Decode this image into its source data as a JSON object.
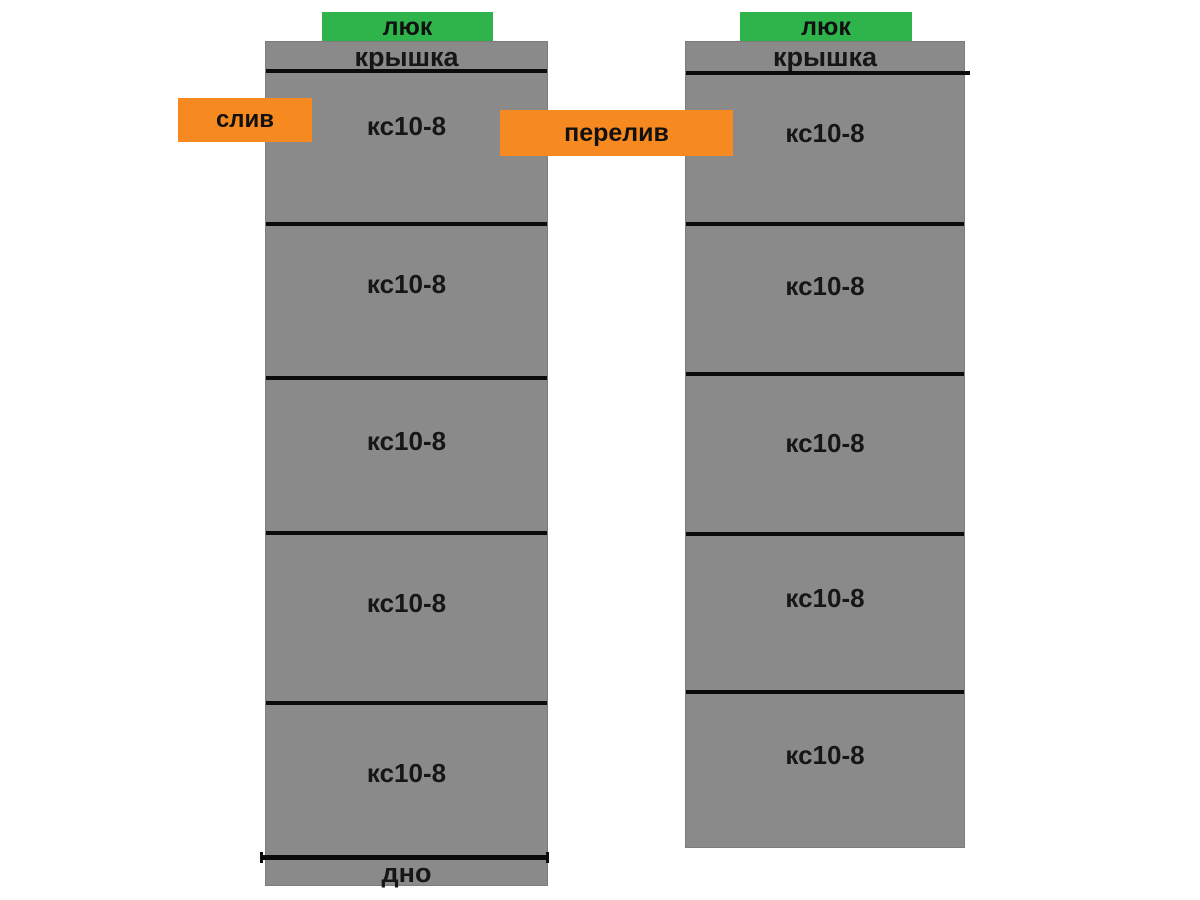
{
  "diagram": {
    "description_labels": {
      "drain": "слив",
      "overflow": "перелив"
    },
    "left_column": {
      "hatch_label": "люк",
      "cover_label": "крышка",
      "sections": [
        "кс10-8",
        "кс10-8",
        "кс10-8",
        "кс10-8",
        "кс10-8"
      ],
      "bottom_label": "дно"
    },
    "right_column": {
      "hatch_label": "люк",
      "cover_label": "крышка",
      "sections": [
        "кс10-8",
        "кс10-8",
        "кс10-8",
        "кс10-8",
        "кс10-8"
      ]
    },
    "colors": {
      "column_gray": "#8a8a8a",
      "hatch_green": "#2eb44a",
      "label_orange": "#f6891f",
      "joint_black": "#0b0b0b",
      "text_black": "#161616",
      "background": "#ffffff"
    }
  }
}
